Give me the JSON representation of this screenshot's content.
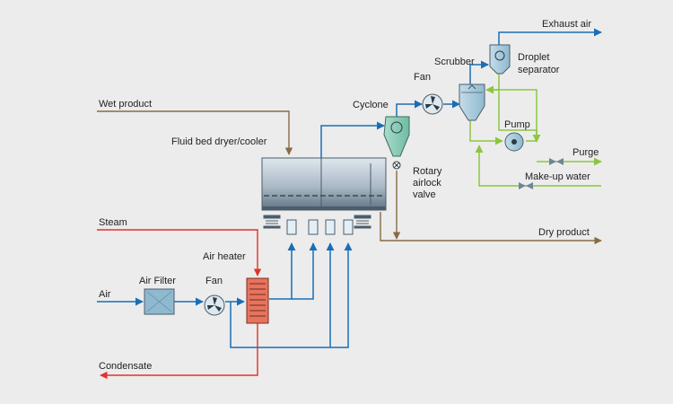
{
  "labels": {
    "wet_product": "Wet product",
    "fluid_bed_dryer": "Fluid bed dryer/cooler",
    "steam": "Steam",
    "air_heater": "Air heater",
    "air": "Air",
    "air_filter": "Air Filter",
    "fan_inlet": "Fan",
    "condensate": "Condensate",
    "cyclone": "Cyclone",
    "fan_outlet": "Fan",
    "scrubber": "Scrubber",
    "exhaust_air": "Exhaust air",
    "droplet_separator_line1": "Droplet",
    "droplet_separator_line2": "separator",
    "pump": "Pump",
    "purge": "Purge",
    "make_up_water": "Make-up water",
    "rotary_line1": "Rotary",
    "rotary_line2": "airlock",
    "rotary_line3": "valve",
    "dry_product": "Dry product"
  },
  "colors": {
    "background": "#ececec",
    "air_line": "#1a6eb5",
    "steam_line": "#e0332b",
    "product_line": "#8a6a45",
    "water_line": "#8cc63f",
    "equipment_fill": "#8fb9cf",
    "cyclone_fill": "#7fc6b0",
    "heater_fill": "#e8735d"
  },
  "icons": {
    "fan": "fan-icon",
    "pump": "pump-icon",
    "valve": "check-valve-icon",
    "rotary_valve": "rotary-valve-icon"
  }
}
